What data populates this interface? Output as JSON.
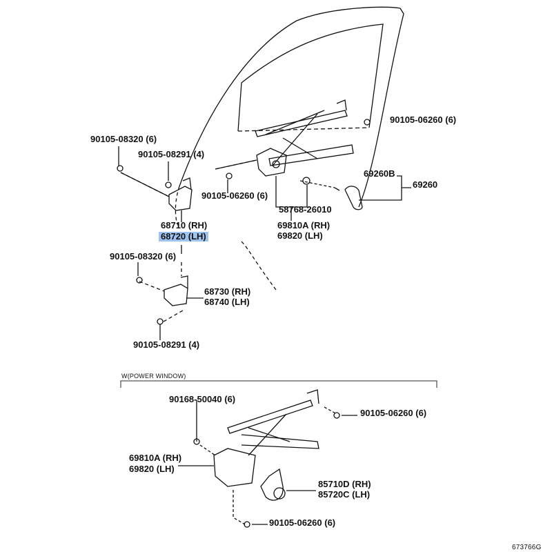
{
  "callouts": {
    "bolt_top_right": "90105-06260 (6)",
    "bolt_upper_hinge_a": "90105-08320 (6)",
    "bolt_upper_hinge_b": "90105-08291 (4)",
    "handle_sub": "69260B",
    "handle": "69260",
    "bolt_regulator_mid": "90105-06260 (6)",
    "regulator_part": "58768-26010",
    "upper_hinge_rh": "68710 (RH)",
    "upper_hinge_lh": "68720 (LH)",
    "regulator_rh": "69810A (RH)",
    "regulator_lh": "69820 (LH)",
    "bolt_lower_hinge_a": "90105-08320 (6)",
    "lower_hinge_rh": "68730 (RH)",
    "lower_hinge_lh": "68740 (LH)",
    "bolt_lower_hinge_b": "90105-08291 (4)"
  },
  "power_window": {
    "section_title": "W(POWER WINDOW)",
    "bolt_top": "90168-50040 (6)",
    "bolt_right": "90105-06260 (6)",
    "regulator_rh": "69810A (RH)",
    "regulator_lh": "69820 (LH)",
    "motor_rh": "85710D (RH)",
    "motor_lh": "85720C (LH)",
    "bolt_bottom": "90105-06260 (6)"
  },
  "diagram_code": "673766G",
  "highlight_color": "#9ec3f0"
}
